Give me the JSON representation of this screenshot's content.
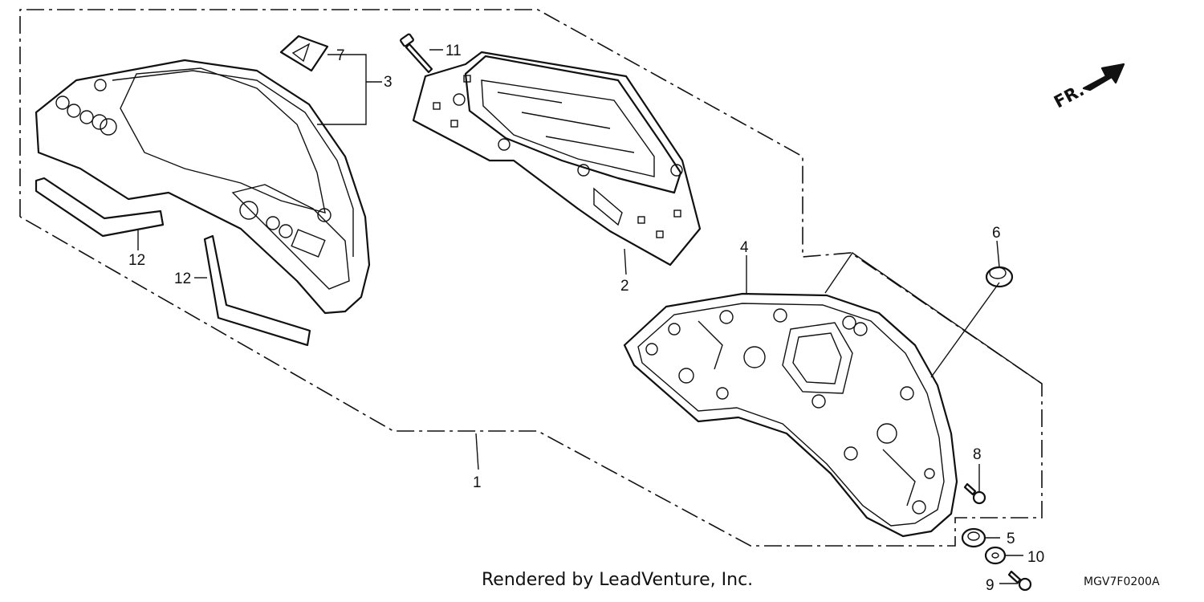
{
  "labels": {
    "l1": "1",
    "l2": "2",
    "l3": "3",
    "l4": "4",
    "l5": "5",
    "l6": "6",
    "l7": "7",
    "l8": "8",
    "l9": "9",
    "l10": "10",
    "l11": "11",
    "l12a": "12",
    "l12b": "12"
  },
  "direction_label": "FR.",
  "credit": "Rendered by LeadVenture, Inc.",
  "diagram_code": "MGV7F0200A"
}
